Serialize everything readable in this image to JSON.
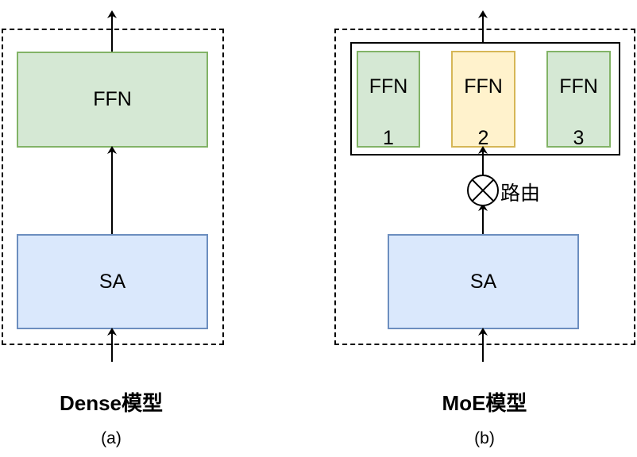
{
  "dense": {
    "ffn_label": "FFN",
    "sa_label": "SA",
    "caption": "Dense模型",
    "sub": "(a)"
  },
  "moe": {
    "experts": [
      {
        "name": "FFN",
        "num": "1"
      },
      {
        "name": "FFN",
        "num": "2"
      },
      {
        "name": "FFN",
        "num": "3"
      }
    ],
    "router_label": "路由",
    "sa_label": "SA",
    "caption": "MoE模型",
    "sub": "(b)"
  },
  "colors": {
    "green_fill": "#d5e8d4",
    "green_stroke": "#82b366",
    "blue_fill": "#dae8fc",
    "blue_stroke": "#6c8ebf",
    "yellow_fill": "#fff2cc",
    "yellow_stroke": "#d6b656"
  }
}
